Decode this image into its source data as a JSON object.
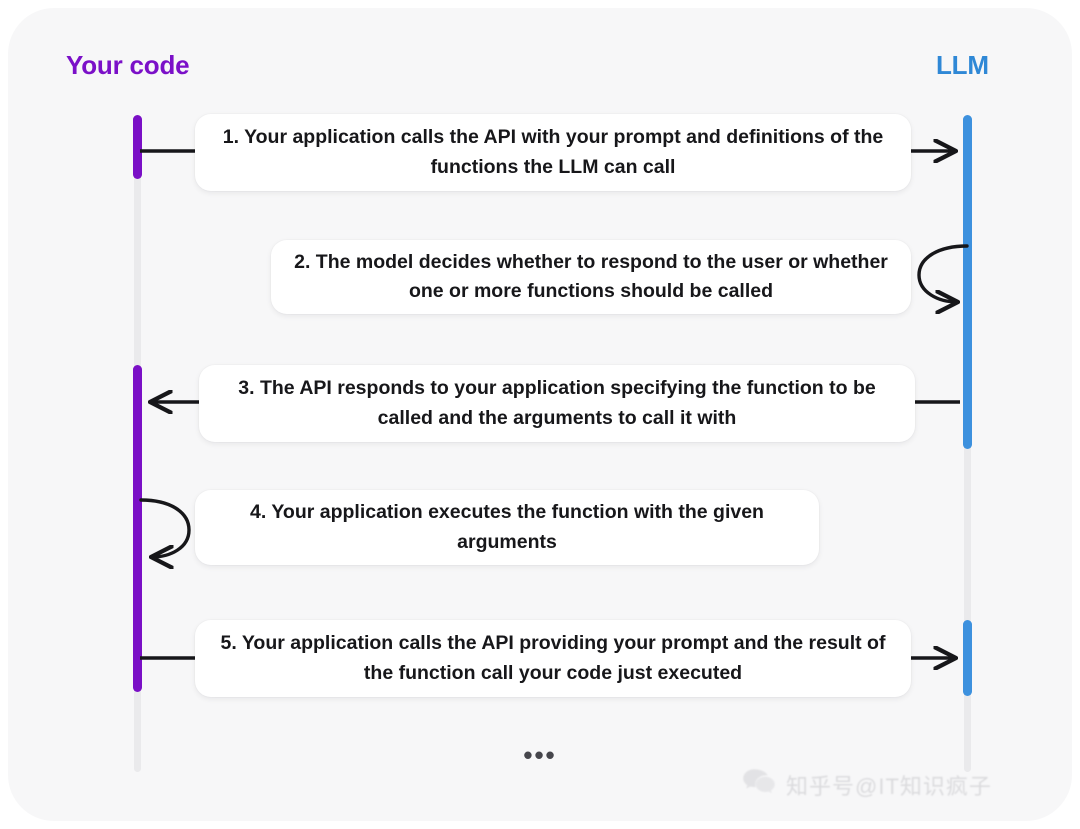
{
  "diagram": {
    "lanes": {
      "left": {
        "label": "Your code",
        "color": "#7b10c8"
      },
      "right": {
        "label": "LLM",
        "color": "#2f88d6"
      }
    },
    "steps": [
      {
        "id": "step-1",
        "number": "1.",
        "text": "1. Your application calls the API with your prompt and definitions of the functions the LLM can call",
        "direction": "left-to-right"
      },
      {
        "id": "step-2",
        "number": "2.",
        "text": "2. The model decides whether to respond to the user or whether one or more functions should be called",
        "direction": "right-self-loop"
      },
      {
        "id": "step-3",
        "number": "3.",
        "text": "3. The API responds to your application specifying the function to be called and the arguments to call it with",
        "direction": "right-to-left"
      },
      {
        "id": "step-4",
        "number": "4.",
        "text": "4. Your application executes the function with the given  arguments",
        "direction": "left-self-loop"
      },
      {
        "id": "step-5",
        "number": "5.",
        "text": "5. Your application calls the API providing your prompt and the result of the function call your code just executed",
        "direction": "left-to-right"
      }
    ],
    "continuation": "•••",
    "watermark": {
      "icon": "wechat-icon",
      "text": "知乎号@IT知识疯子"
    }
  }
}
